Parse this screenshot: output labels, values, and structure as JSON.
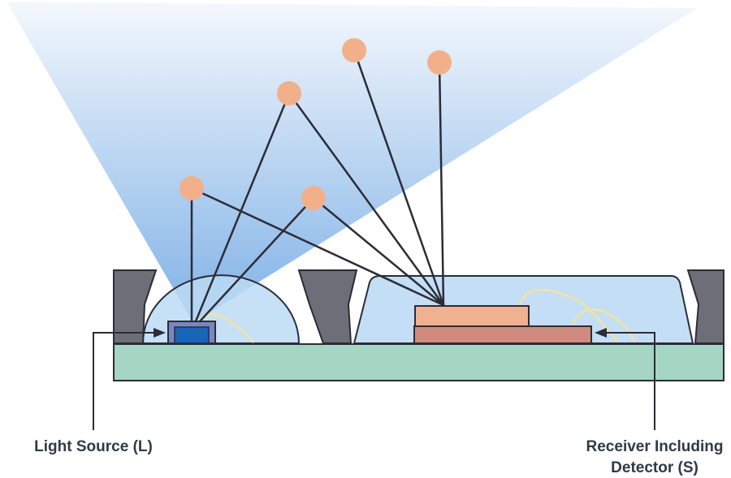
{
  "labels": {
    "light_source": "Light Source (L)",
    "receiver_line1": "Receiver Including",
    "receiver_line2": "Detector (S)"
  },
  "colors": {
    "beam_top": "#f4f8fd",
    "beam_bottom": "#7fb1e6",
    "dome_fill": "#bcdaf4",
    "substrate": "#a5d5c3",
    "barrier": "#6e6e78",
    "emitter_frame": "#7a86c4",
    "emitter_core": "#1866b8",
    "detector_top": "#f0b190",
    "detector_bottom": "#d08a7e",
    "particle": "#f2b08a",
    "wire": "#f3e3a0",
    "outline": "#2c2c38",
    "ray": "#2c2c38"
  }
}
